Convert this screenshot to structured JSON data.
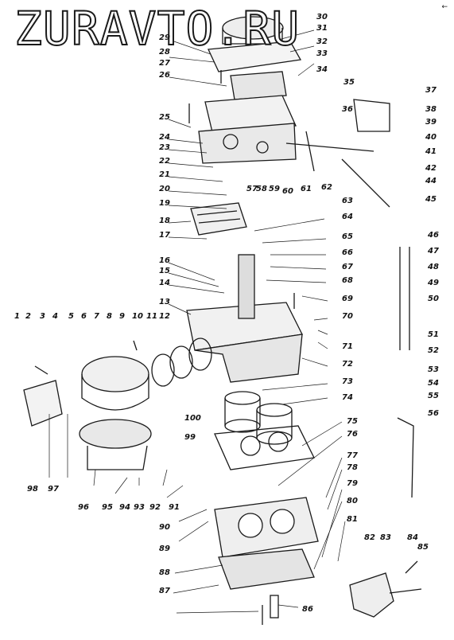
{
  "watermark": "ZURAVTO.RU",
  "corner_mark": "←",
  "part_numbers": [
    "1",
    "2",
    "3",
    "4",
    "5",
    "6",
    "7",
    "8",
    "9",
    "10",
    "11",
    "12",
    "13",
    "14",
    "15",
    "16",
    "17",
    "18",
    "19",
    "20",
    "21",
    "22",
    "23",
    "24",
    "25",
    "26",
    "27",
    "28",
    "29",
    "30",
    "31",
    "32",
    "33",
    "34",
    "35",
    "36",
    "37",
    "38",
    "39",
    "40",
    "41",
    "42",
    "44",
    "45",
    "46",
    "47",
    "48",
    "49",
    "50",
    "51",
    "52",
    "53",
    "54",
    "55",
    "56",
    "57",
    "58",
    "59",
    "60",
    "61",
    "62",
    "63",
    "64",
    "65",
    "66",
    "67",
    "68",
    "69",
    "70",
    "71",
    "72",
    "73",
    "74",
    "75",
    "76",
    "77",
    "78",
    "79",
    "80",
    "81",
    "82",
    "83",
    "84",
    "85",
    "86",
    "87",
    "88",
    "89",
    "90",
    "91",
    "92",
    "93",
    "94",
    "95",
    "96",
    "97",
    "98",
    "99",
    "100"
  ]
}
